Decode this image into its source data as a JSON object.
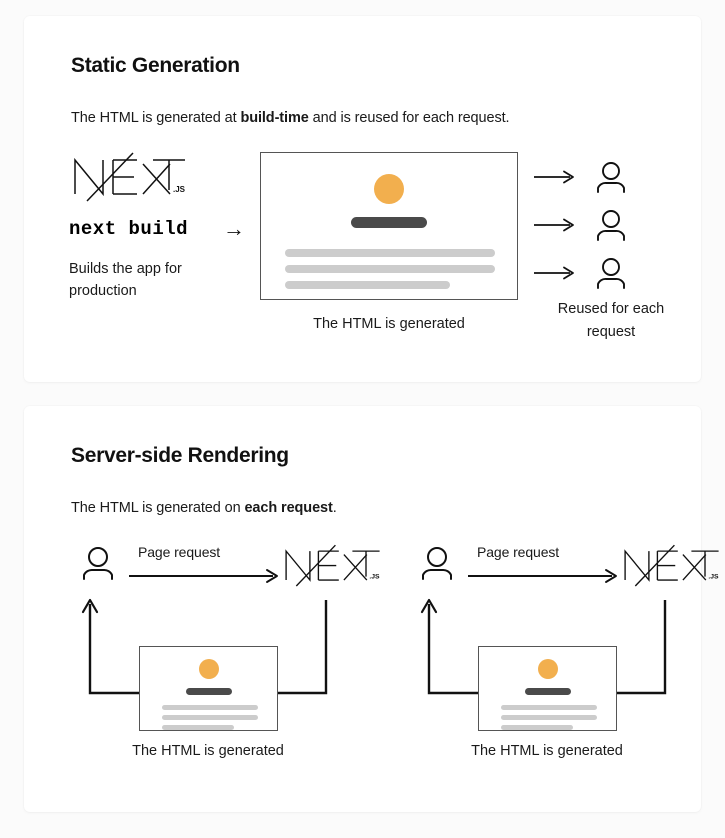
{
  "page": {
    "background": "#fbfbfb",
    "accent_orange": "#f2af4e",
    "bar_dark": "#4a4a4a",
    "bar_light": "#cccccc"
  },
  "cards": [
    {
      "id": "static-generation",
      "title": "Static Generation",
      "description_prefix": "The HTML is generated at ",
      "description_bold": "build-time",
      "description_suffix": " and is reused for each request.",
      "logo_text": "NEXT",
      "logo_suffix": ".JS",
      "command": "next build",
      "command_arrow": "→",
      "note": "Builds the app for production",
      "mock_caption": "The HTML is generated",
      "consumers_caption": "Reused for each request",
      "request_arrows": [
        "→",
        "→",
        "→"
      ],
      "user_count": 3
    },
    {
      "id": "server-side-rendering",
      "title": "Server-side Rendering",
      "description_prefix": "The HTML is generated on ",
      "description_bold": "each request",
      "description_suffix": ".",
      "groups": [
        {
          "request_label": "Page request",
          "logo_text": "NEXT",
          "logo_suffix": ".JS",
          "mock_caption": "The HTML is generated"
        },
        {
          "request_label": "Page request",
          "logo_text": "NEXT",
          "logo_suffix": ".JS",
          "mock_caption": "The HTML is generated"
        }
      ]
    }
  ]
}
